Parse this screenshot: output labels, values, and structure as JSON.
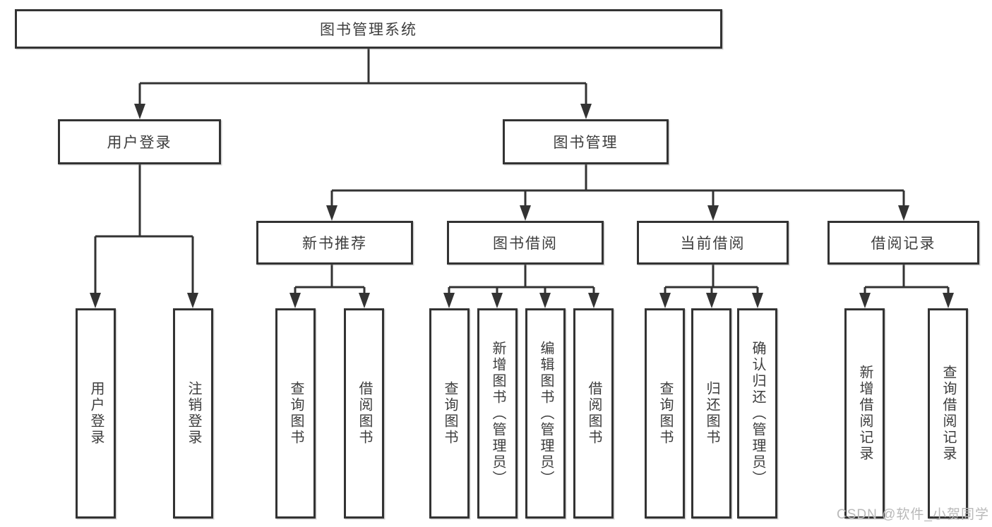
{
  "diagram": {
    "title": "图书管理系统",
    "root": {
      "label": "图书管理系统"
    },
    "level2": [
      {
        "label": "用户登录"
      },
      {
        "label": "图书管理"
      }
    ],
    "level3": [
      {
        "label": "新书推荐"
      },
      {
        "label": "图书借阅"
      },
      {
        "label": "当前借阅"
      },
      {
        "label": "借阅记录"
      }
    ],
    "leaves": [
      {
        "label": "用户登录",
        "parent": "用户登录"
      },
      {
        "label": "注销登录",
        "parent": "用户登录"
      },
      {
        "label": "查询图书",
        "parent": "新书推荐"
      },
      {
        "label": "借阅图书",
        "parent": "新书推荐"
      },
      {
        "label": "查询图书",
        "parent": "图书借阅"
      },
      {
        "label": "新增图书（管理员）",
        "parent": "图书借阅"
      },
      {
        "label": "编辑图书（管理员）",
        "parent": "图书借阅"
      },
      {
        "label": "借阅图书",
        "parent": "图书借阅"
      },
      {
        "label": "查询图书",
        "parent": "当前借阅"
      },
      {
        "label": "归还图书",
        "parent": "当前借阅"
      },
      {
        "label": "确认归还（管理员）",
        "parent": "当前借阅"
      },
      {
        "label": "新增借阅记录",
        "parent": "借阅记录"
      },
      {
        "label": "查询借阅记录",
        "parent": "借阅记录"
      }
    ],
    "watermark": "CSDN @软件_小贺同学",
    "colors": {
      "line": "#333333",
      "text": "#3d3d3d",
      "box_fill": "#ffffff",
      "watermark": "#b9b9b9",
      "background": "#ffffff"
    }
  }
}
